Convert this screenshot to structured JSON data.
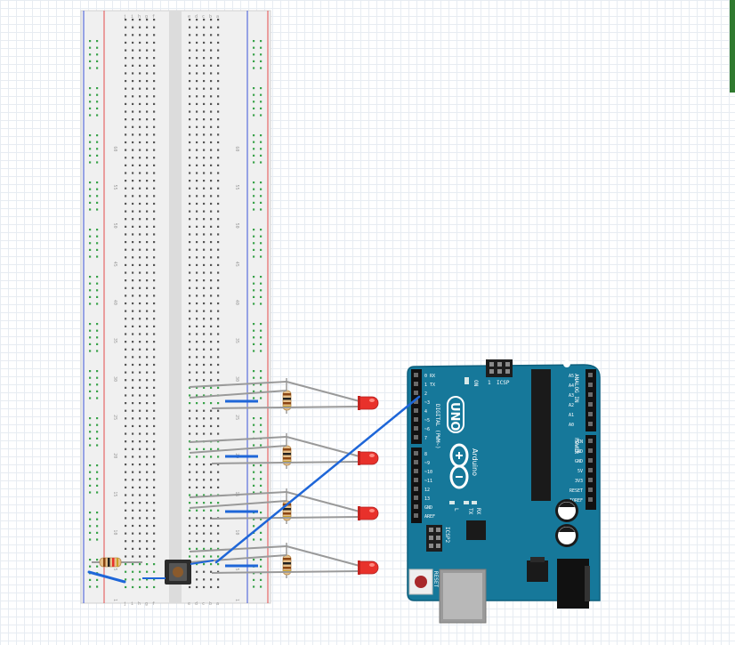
{
  "breadboard": {
    "row_numbers": [
      "1",
      "5",
      "10",
      "15",
      "20",
      "25",
      "30",
      "35",
      "40",
      "45",
      "50",
      "55",
      "60"
    ],
    "column_letters_left": [
      "j",
      "i",
      "h",
      "g",
      "f"
    ],
    "column_letters_right": [
      "e",
      "d",
      "c",
      "b",
      "a"
    ]
  },
  "arduino": {
    "brand_mark": "UNO",
    "product_name": "Arduino",
    "icsp_top": "ICSP",
    "icsp_top_num": "1",
    "icsp_side": "ICSP2",
    "reset_label": "RESET",
    "on_label": "ON",
    "l_label": "L",
    "tx_label": "TX",
    "rx_label": "RX",
    "digital_label": "DIGITAL (PWM~)",
    "analog_label": "ANALOG IN",
    "power_label": "POWER",
    "aref_label": "AREF",
    "digital_top_pins": [
      "0 RX",
      "1 TX",
      "2",
      "~3",
      "4",
      "~5",
      "~6",
      "7"
    ],
    "digital_bottom_pins": [
      "8",
      "~9",
      "~10",
      "~11",
      "12",
      "13",
      "GND",
      "AREF"
    ],
    "power_pins": [
      "VIN",
      "GND",
      "GND",
      "5V",
      "3V3",
      "RESET",
      "IOREF"
    ],
    "analog_pins": [
      "A5",
      "A4",
      "A3",
      "A2",
      "A1",
      "A0"
    ]
  },
  "colors": {
    "board": "#16789a",
    "board_edge": "#0d5f7d",
    "wire_blue": "#1e66d8",
    "wire_grey": "#9a9a9a",
    "led_red": "#e8312b",
    "rail_red": "#e44a4a",
    "rail_blue": "#3d55d8",
    "hole_green": "#39a24a",
    "hole_dark": "#555555",
    "breadboard": "#f0f0f0"
  }
}
